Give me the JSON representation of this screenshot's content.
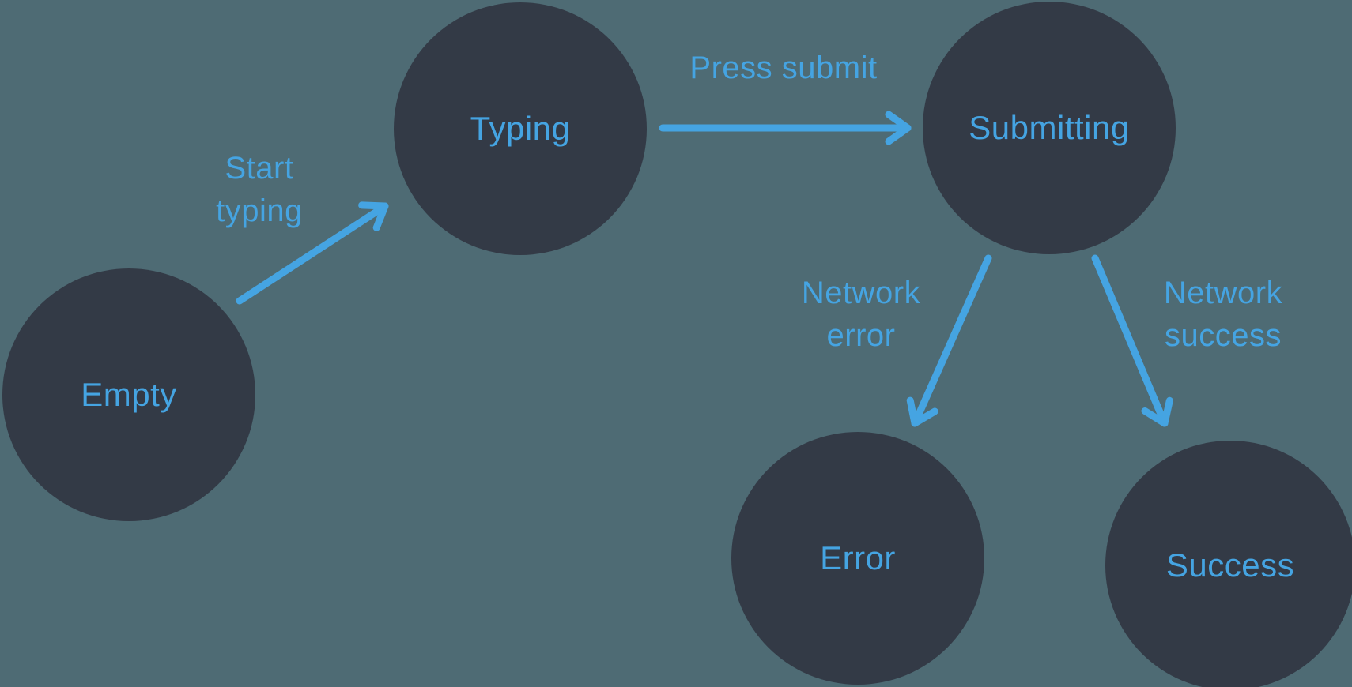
{
  "diagram": {
    "type": "state-machine",
    "background_color": "#4e6b74",
    "node_color": "#333a46",
    "accent_color": "#45a4e2",
    "states": [
      {
        "id": "empty",
        "label": "Empty"
      },
      {
        "id": "typing",
        "label": "Typing"
      },
      {
        "id": "submitting",
        "label": "Submitting"
      },
      {
        "id": "error",
        "label": "Error"
      },
      {
        "id": "success",
        "label": "Success"
      }
    ],
    "transitions": [
      {
        "from": "empty",
        "to": "typing",
        "label": "Start\ntyping"
      },
      {
        "from": "typing",
        "to": "submitting",
        "label": "Press submit"
      },
      {
        "from": "submitting",
        "to": "error",
        "label": "Network\nerror"
      },
      {
        "from": "submitting",
        "to": "success",
        "label": "Network\nsuccess"
      }
    ]
  }
}
